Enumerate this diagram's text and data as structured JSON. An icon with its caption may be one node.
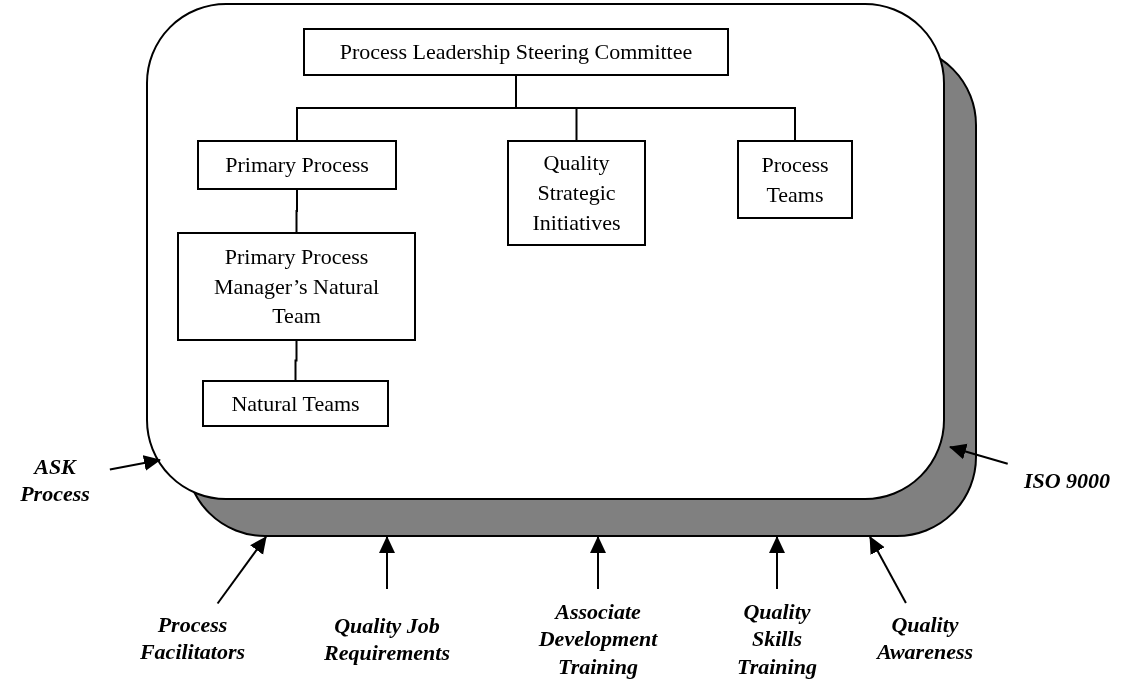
{
  "diagram": {
    "nodes": [
      {
        "text": [],
        "shape": "box"
      },
      {
        "text": [
          "Process Leadership Steering Committee"
        ],
        "in": 0
      },
      {
        "text": [
          "Primary Process"
        ],
        "in": 0
      },
      {
        "text": [
          "Quality Strategic Initiatives"
        ],
        "in": 0
      },
      {
        "text": [
          "Process Teams"
        ],
        "in": 0
      },
      {
        "text": [
          "Primary Process Manager’s Natural Team"
        ],
        "in": 0
      },
      {
        "text": [
          "Natural Teams"
        ],
        "in": 0
      },
      {
        "text": [
          "ASK Process"
        ]
      },
      {
        "text": [
          "ISO 9000"
        ]
      },
      {
        "text": [
          "Process Facilitators"
        ]
      },
      {
        "text": [
          "Quality Job Requirements"
        ]
      },
      {
        "text": [
          "Associate Development Training"
        ]
      },
      {
        "text": [
          "Quality Skills Training"
        ]
      },
      {
        "text": [
          "Quality Awareness"
        ]
      }
    ],
    "edges": [
      {
        "from": 1,
        "to": 2,
        "arrow": "none"
      },
      {
        "from": 1,
        "to": 3,
        "arrow": "none"
      },
      {
        "from": 1,
        "to": 4,
        "arrow": "none"
      },
      {
        "from": 2,
        "to": 5,
        "arrow": "none"
      },
      {
        "from": 5,
        "to": 6,
        "arrow": "none"
      },
      {
        "from": 7,
        "to": 0,
        "arrow": "to"
      },
      {
        "from": 8,
        "to": 0,
        "arrow": "to"
      },
      {
        "from": 9,
        "to": 0,
        "arrow": "to"
      },
      {
        "from": 10,
        "to": 0,
        "arrow": "to"
      },
      {
        "from": 11,
        "to": 0,
        "arrow": "to"
      },
      {
        "from": 12,
        "to": 0,
        "arrow": "to"
      },
      {
        "from": 13,
        "to": 0,
        "arrow": "to"
      }
    ]
  }
}
